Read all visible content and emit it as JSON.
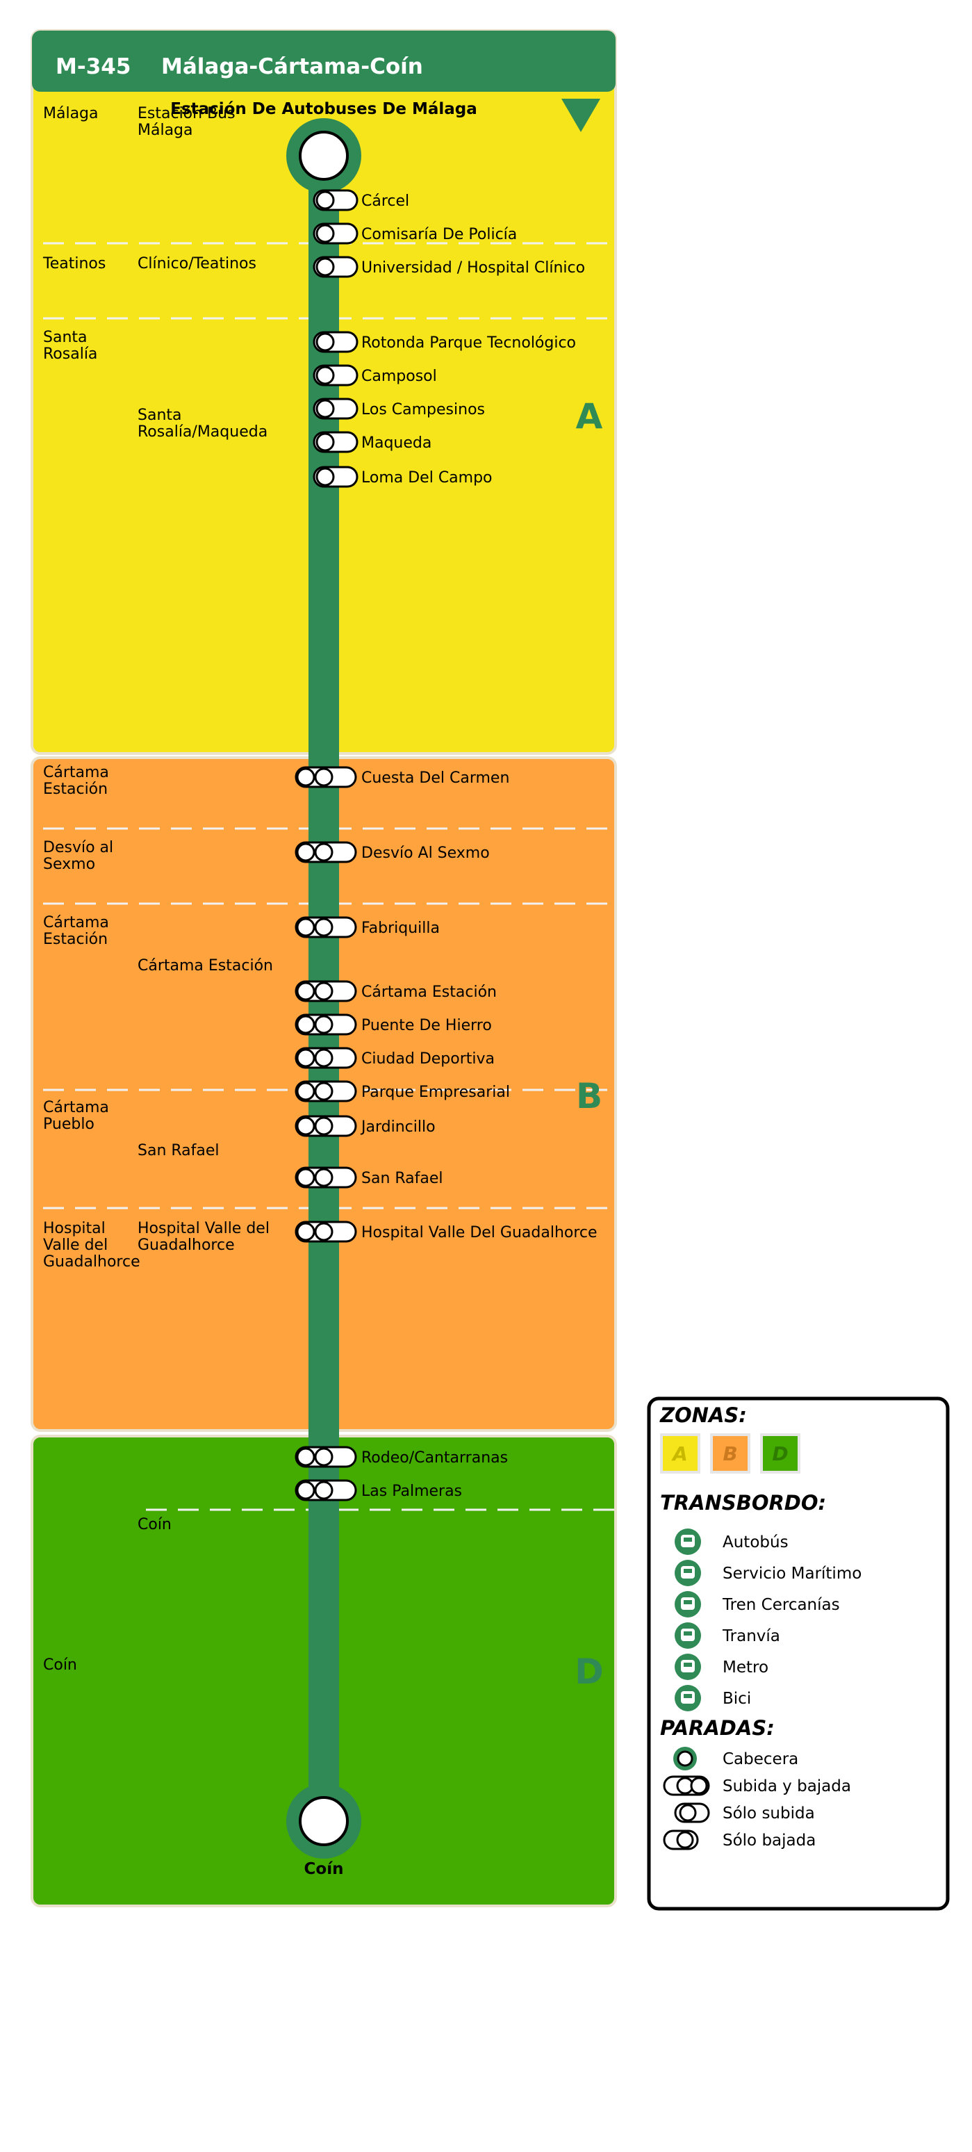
{
  "route": {
    "code": "M-345",
    "name": "Málaga-Cártama-Coín",
    "start_terminal": "Estación De Autobuses De Málaga",
    "end_terminal": "Coín"
  },
  "colors": {
    "header": "#2f8a55",
    "line": "#2f8a55",
    "zone_a": "#f5e51a",
    "zone_b": "#ffa33e",
    "zone_d": "#44ab00",
    "zone_border": "#e9e1cc",
    "dash": "#f2f2f2"
  },
  "zones": [
    {
      "label": "A"
    },
    {
      "label": "B"
    },
    {
      "label": "D"
    }
  ],
  "municipalities": [
    {
      "name": "Málaga"
    },
    {
      "name": "Teatinos"
    },
    {
      "name": "Santa Rosalía"
    },
    {
      "name": "Cártama Estación"
    },
    {
      "name": "Desvío al Sexmo"
    },
    {
      "name": "Cártama Estación"
    },
    {
      "name": "Cártama Pueblo"
    },
    {
      "name": "Hospital Valle del Guadalhorce"
    },
    {
      "name": "Coín"
    }
  ],
  "localities": [
    {
      "name": "Estación Bus Málaga"
    },
    {
      "name": "Clínico/Teatinos"
    },
    {
      "name": "Santa Rosalía/Maqueda"
    },
    {
      "name": "Cártama Estación"
    },
    {
      "name": "San Rafael"
    },
    {
      "name": "Hospital Valle del Guadalhorce"
    },
    {
      "name": "Coín"
    }
  ],
  "stops": [
    {
      "name": "Cárcel",
      "type": "subida_bajada"
    },
    {
      "name": "Comisaría De Policía",
      "type": "subida_bajada"
    },
    {
      "name": "Universidad / Hospital Clínico",
      "type": "subida_bajada"
    },
    {
      "name": "Rotonda Parque Tecnológico",
      "type": "subida_bajada"
    },
    {
      "name": "Camposol",
      "type": "subida_bajada"
    },
    {
      "name": "Los Campesinos",
      "type": "subida_bajada"
    },
    {
      "name": "Maqueda",
      "type": "subida_bajada"
    },
    {
      "name": "Loma Del Campo",
      "type": "subida_bajada"
    },
    {
      "name": "Cuesta Del Carmen",
      "type": "subida_bajada"
    },
    {
      "name": "Desvío Al Sexmo",
      "type": "subida_bajada"
    },
    {
      "name": "Fabriquilla",
      "type": "subida_bajada"
    },
    {
      "name": "Cártama Estación",
      "type": "subida_bajada"
    },
    {
      "name": "Puente De Hierro",
      "type": "subida_bajada"
    },
    {
      "name": "Ciudad Deportiva",
      "type": "subida_bajada"
    },
    {
      "name": "Parque Empresarial",
      "type": "subida_bajada"
    },
    {
      "name": "Jardincillo",
      "type": "subida_bajada"
    },
    {
      "name": "San Rafael",
      "type": "subida_bajada"
    },
    {
      "name": "Hospital Valle Del Guadalhorce",
      "type": "subida_bajada"
    },
    {
      "name": "Rodeo/Cantarranas",
      "type": "subida_bajada"
    },
    {
      "name": "Las Palmeras",
      "type": "subida_bajada"
    }
  ],
  "legend": {
    "zones_title": "ZONAS:",
    "zone_keys": [
      {
        "label": "A",
        "color": "#f5e51a",
        "text_color": "#c9b800"
      },
      {
        "label": "B",
        "color": "#ffa33e",
        "text_color": "#cc7a20"
      },
      {
        "label": "D",
        "color": "#44ab00",
        "text_color": "#2f7d00"
      }
    ],
    "transfer_title": "TRANSBORDO:",
    "transfer_items": [
      {
        "label": "Autobús",
        "icon": "bus-icon"
      },
      {
        "label": "Servicio Marítimo",
        "icon": "ship-icon"
      },
      {
        "label": "Tren Cercanías",
        "icon": "train-icon"
      },
      {
        "label": "Tranvía",
        "icon": "tram-icon"
      },
      {
        "label": "Metro",
        "icon": "metro-icon"
      },
      {
        "label": "Bici",
        "icon": "bike-icon"
      }
    ],
    "stops_title": "PARADAS:",
    "stop_items": [
      {
        "label": "Cabecera",
        "icon": "terminal-stop-icon"
      },
      {
        "label": "Subida y bajada",
        "icon": "boarding-alighting-icon"
      },
      {
        "label": "Sólo subida",
        "icon": "boarding-only-icon"
      },
      {
        "label": "Sólo bajada",
        "icon": "alighting-only-icon"
      }
    ]
  }
}
